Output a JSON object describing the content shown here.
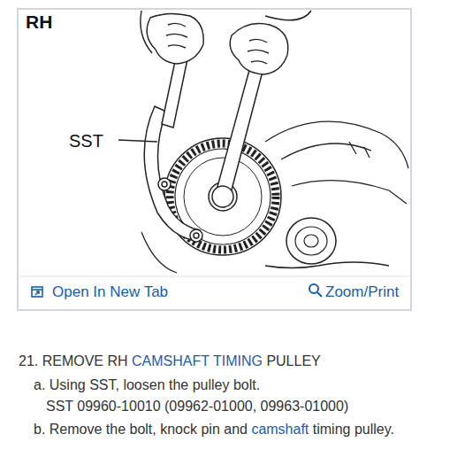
{
  "diagram": {
    "nodes": [
      {
        "text": [
          "RH",
          "SST",
          "Open In New Tab",
          "Zoom/Print"
        ]
      }
    ],
    "edges": [],
    "labels": [
      "21. REMOVE RH",
      "CAMSHAFT TIMING",
      "PULLEY",
      "a. Using SST, loosen the pulley bolt.",
      "SST 09960-10010 (09962-01000, 09963-01000)",
      "b. Remove the bolt, knock pin and",
      "camshaft",
      "timing pulley."
    ]
  }
}
